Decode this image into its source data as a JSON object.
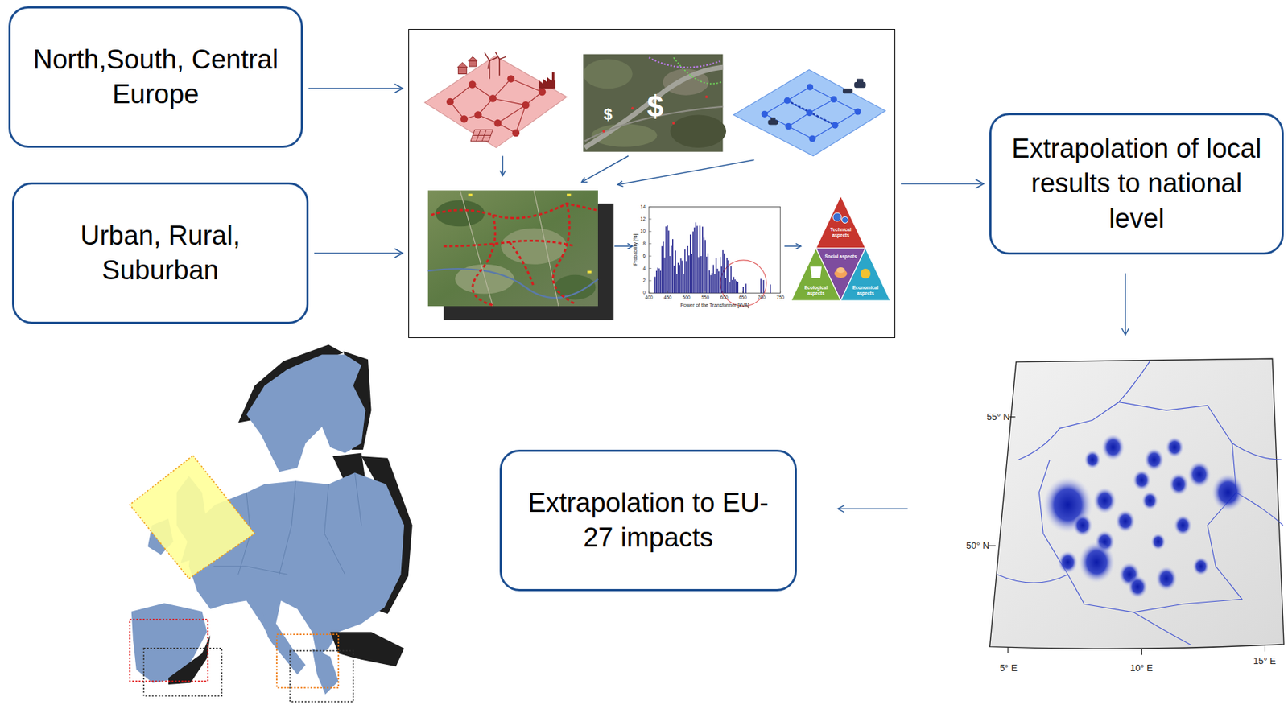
{
  "diagram": {
    "nodes": [
      {
        "text": [
          "North,South, Central Europe"
        ]
      },
      {
        "text": [
          "Urban, Rural, Suburban"
        ]
      },
      {
        "text": []
      },
      {
        "text": [
          "Technical aspects"
        ],
        "in": 2
      },
      {
        "text": [
          "Social aspects"
        ],
        "in": 2
      },
      {
        "text": [
          "Ecological aspects"
        ],
        "in": 2
      },
      {
        "text": [
          "Economical aspects"
        ],
        "in": 2
      },
      {
        "text": [
          "Extrapolation of local results to national level"
        ]
      },
      {
        "text": [
          "Extrapolation to EU-27 impacts"
        ]
      }
    ],
    "edges": [
      {
        "from": 0,
        "to": 2,
        "arrow": "to"
      },
      {
        "from": 1,
        "to": 2,
        "arrow": "to"
      },
      {
        "from": 2,
        "to": 7,
        "arrow": "to"
      }
    ],
    "labels": [
      "$",
      "$",
      "Probability [%]",
      "Power of the Transformer [kVA]",
      "0",
      "2",
      "4",
      "6",
      "8",
      "10",
      "12",
      "14",
      "400",
      "450",
      "500",
      "550",
      "600",
      "650",
      "700",
      "750",
      "55° N",
      "50° N",
      "5° E",
      "10° E",
      "15° E"
    ]
  }
}
